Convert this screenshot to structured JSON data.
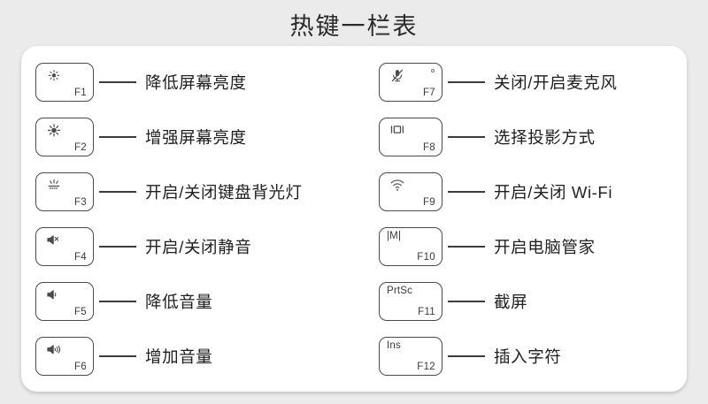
{
  "title": "热键一栏表",
  "colors": {
    "background": "#ebebeb",
    "card": "#ffffff",
    "key_border": "#4a4a4a",
    "text": "#1f1f1f"
  },
  "columns": {
    "left": [
      {
        "key_label": "F1",
        "icon": "brightness-low-icon",
        "desc": "降低屏幕亮度"
      },
      {
        "key_label": "F2",
        "icon": "brightness-high-icon",
        "desc": "增强屏幕亮度"
      },
      {
        "key_label": "F3",
        "icon": "keyboard-backlight-icon",
        "desc": "开启/关闭键盘背光灯"
      },
      {
        "key_label": "F4",
        "icon": "speaker-mute-icon",
        "desc": "开启/关闭静音"
      },
      {
        "key_label": "F5",
        "icon": "volume-down-icon",
        "desc": "降低音量"
      },
      {
        "key_label": "F6",
        "icon": "volume-up-icon",
        "desc": "增加音量"
      }
    ],
    "right": [
      {
        "key_label": "F7",
        "icon": "microphone-mute-icon",
        "desc": "关闭/开启麦克风",
        "led": true
      },
      {
        "key_label": "F8",
        "icon": "projection-icon",
        "desc": "选择投影方式"
      },
      {
        "key_label": "F9",
        "icon": "wifi-icon",
        "desc": "开启/关闭 Wi-Fi"
      },
      {
        "key_label": "F10",
        "icon": "pc-manager-icon",
        "key_text": "|M|",
        "desc": "开启电脑管家"
      },
      {
        "key_label": "F11",
        "icon": "print-screen-icon",
        "key_text": "PrtSc",
        "desc": "截屏"
      },
      {
        "key_label": "F12",
        "icon": "insert-icon",
        "key_text": "Ins",
        "desc": "插入字符"
      }
    ]
  }
}
